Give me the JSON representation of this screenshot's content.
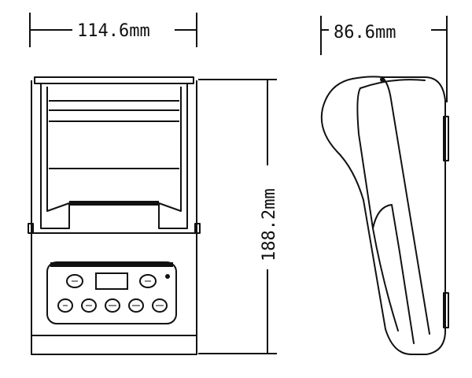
{
  "dimensions": {
    "front_width": "114.6mm",
    "side_depth": "86.6mm",
    "height": "188.2mm"
  },
  "colors": {
    "line": "#111111",
    "background": "#ffffff"
  }
}
